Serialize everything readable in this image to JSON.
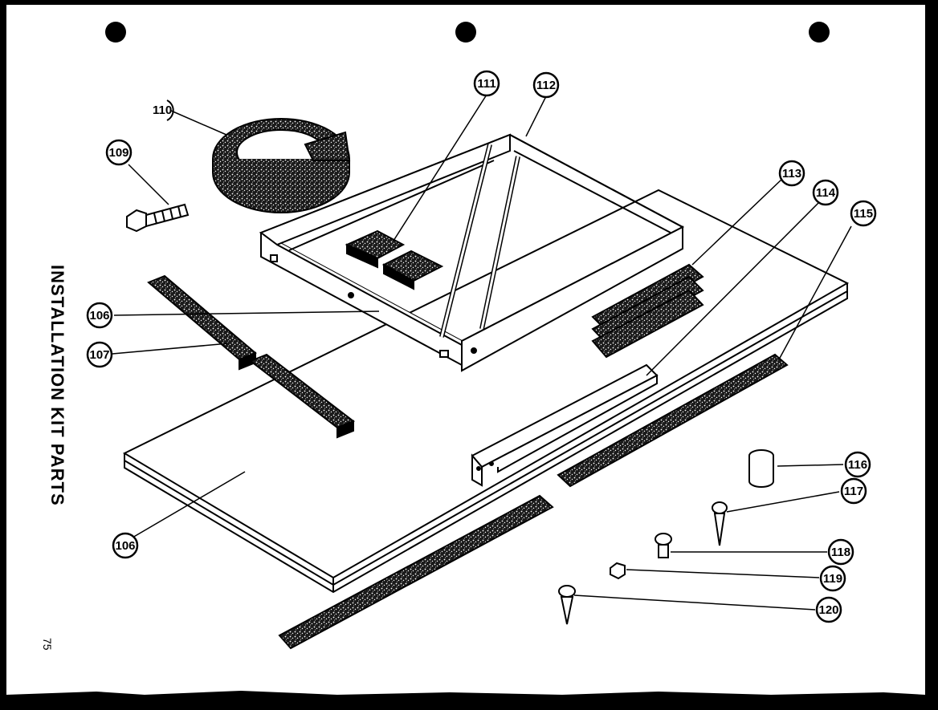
{
  "document": {
    "title": "INSTALLATION  KIT  PARTS",
    "page_number": "75"
  },
  "callouts": {
    "c106a": "106",
    "c106b": "106",
    "c107": "107",
    "c109": "109",
    "c110": "110",
    "c111": "111",
    "c112": "112",
    "c113": "113",
    "c114": "114",
    "c115": "115",
    "c116": "116",
    "c117": "117",
    "c118": "118",
    "c119": "119",
    "c120": "120"
  },
  "colors": {
    "paper": "#ffffff",
    "ink": "#000000",
    "foam": "#3a3a3a",
    "frame": "#000000"
  }
}
